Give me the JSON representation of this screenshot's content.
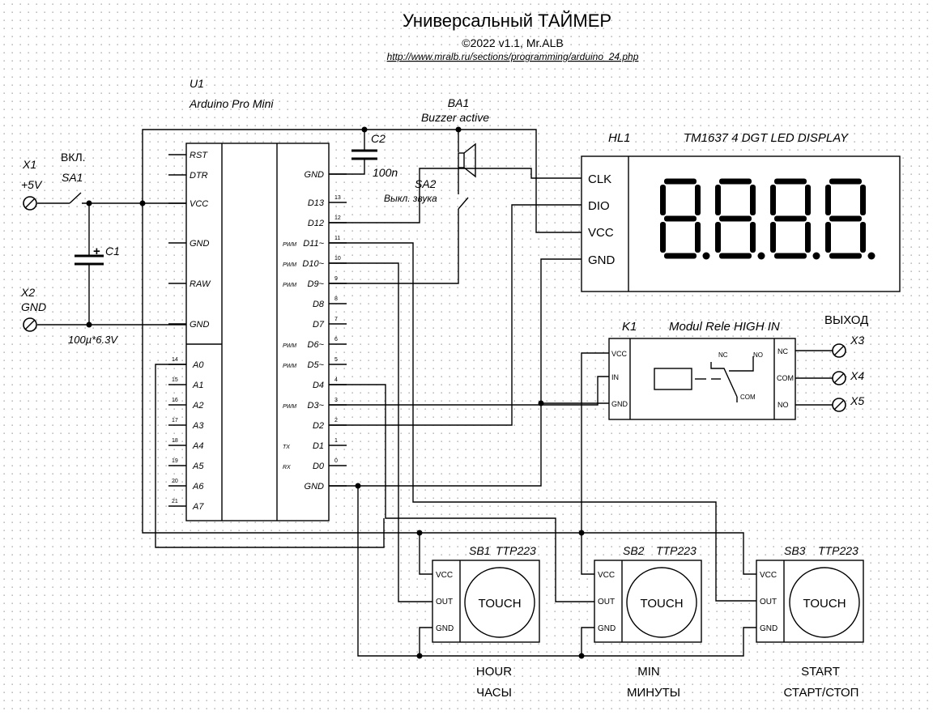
{
  "title": "Универсальный ТАЙМЕР",
  "subtitle": "©2022 v1.1, Mr.ALB",
  "url": "http://www.mralb.ru/sections/programming/arduino_24.php",
  "mcu": {
    "ref": "U1",
    "name": "Arduino Pro Mini",
    "left_pins": [
      "RST",
      "DTR",
      "VCC",
      "GND",
      "RAW",
      "GND"
    ],
    "analog_pins": [
      "A0",
      "A1",
      "A2",
      "A3",
      "A4",
      "A5",
      "A6",
      "A7"
    ],
    "analog_nums": [
      "14",
      "15",
      "16",
      "17",
      "18",
      "19",
      "20",
      "21"
    ],
    "right_pins": [
      "GND",
      "D13",
      "D12",
      "D11~",
      "D10~",
      "D9~",
      "D8",
      "D7",
      "D6~",
      "D5~",
      "D4",
      "D3~",
      "D2",
      "D1",
      "D0",
      "GND"
    ],
    "right_nums": [
      "",
      "13",
      "12",
      "11",
      "10",
      "9",
      "8",
      "7",
      "6",
      "5",
      "4",
      "3",
      "2",
      "1",
      "0",
      ""
    ],
    "pwm_tag": "PWM",
    "tx_tag": "TX",
    "rx_tag": "RX"
  },
  "x1": {
    "ref": "X1",
    "label": "+5V"
  },
  "x2": {
    "ref": "X2",
    "label": "GND"
  },
  "sa1": {
    "label": "ВКЛ.",
    "ref": "SA1"
  },
  "c1": {
    "ref": "C1",
    "value": "100µ*6.3V",
    "plus": "+"
  },
  "c2": {
    "ref": "C2",
    "value": "100n"
  },
  "ba1": {
    "ref": "BA1",
    "name": "Buzzer active"
  },
  "sa2": {
    "ref": "SA2",
    "label": "Выкл. звука"
  },
  "hl1": {
    "ref": "HL1",
    "name": "TM1637 4 DGT LED DISPLAY",
    "pins": [
      "CLK",
      "DIO",
      "VCC",
      "GND"
    ],
    "digits": "8.8.8.8."
  },
  "k1": {
    "ref": "K1",
    "name": "Modul Rele HIGH IN",
    "pins_in": [
      "VCC",
      "IN",
      "GND"
    ],
    "pins_out": [
      "NC",
      "COM",
      "NO"
    ],
    "contact_nc": "NC",
    "contact_no": "NO",
    "contact_com": "COM"
  },
  "output": {
    "label": "ВЫХОД",
    "terminals": [
      "X3",
      "X4",
      "X5"
    ]
  },
  "buttons": [
    {
      "ref": "SB1",
      "type": "TTP223",
      "pins": [
        "VCC",
        "OUT",
        "GND"
      ],
      "pad": "TOUCH",
      "label_en": "HOUR",
      "label_ru": "ЧАСЫ"
    },
    {
      "ref": "SB2",
      "type": "TTP223",
      "pins": [
        "VCC",
        "OUT",
        "GND"
      ],
      "pad": "TOUCH",
      "label_en": "MIN",
      "label_ru": "МИНУТЫ"
    },
    {
      "ref": "SB3",
      "type": "TTP223",
      "pins": [
        "VCC",
        "OUT",
        "GND"
      ],
      "pad": "TOUCH",
      "label_en": "START",
      "label_ru": "СТАРТ/СТОП"
    }
  ]
}
